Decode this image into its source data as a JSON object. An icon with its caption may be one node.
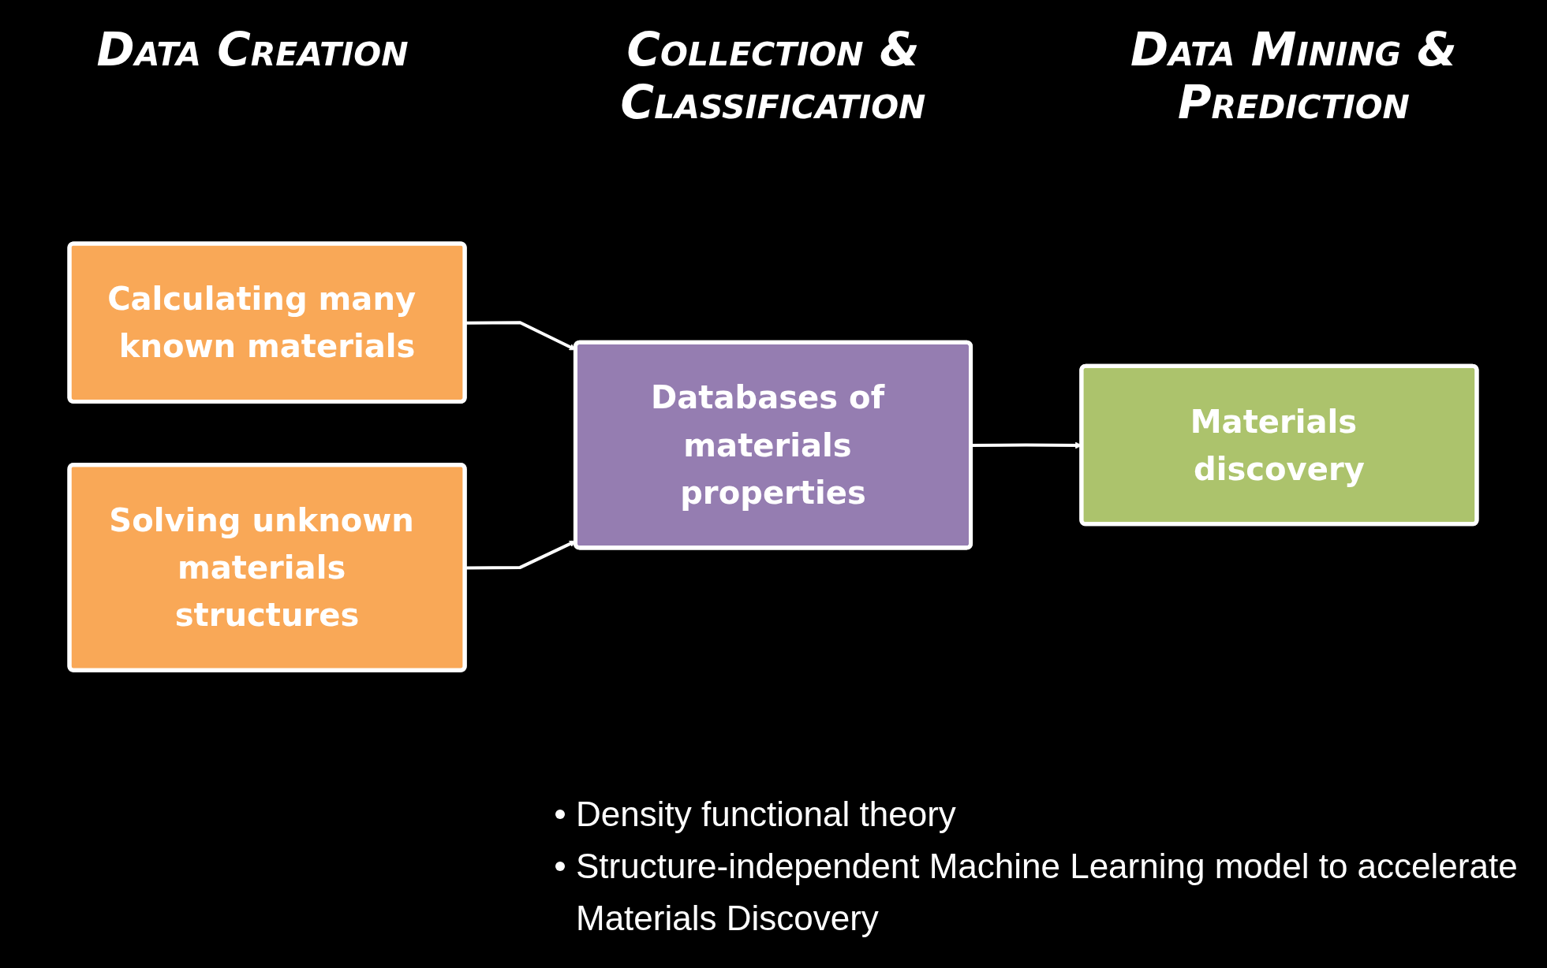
{
  "diagram": {
    "nodes": [
      {
        "text": [
          "Calculating many known materials"
        ]
      },
      {
        "text": [
          "Solving unknown materials structures"
        ]
      },
      {
        "text": [
          "Databases of materials properties"
        ]
      },
      {
        "text": [
          "Materials discovery"
        ]
      }
    ],
    "edges": [
      {
        "from": 0,
        "to": 2,
        "arrow": "to"
      },
      {
        "from": 1,
        "to": 2,
        "arrow": "to"
      },
      {
        "from": 2,
        "to": 3,
        "arrow": "to"
      }
    ],
    "labels": [
      "Data Creation",
      "Collection & Classification",
      "Data Mining & Prediction",
      "Density functional theory",
      "Structure-independent Machine Learning model to accelerate Materials Discovery"
    ]
  }
}
